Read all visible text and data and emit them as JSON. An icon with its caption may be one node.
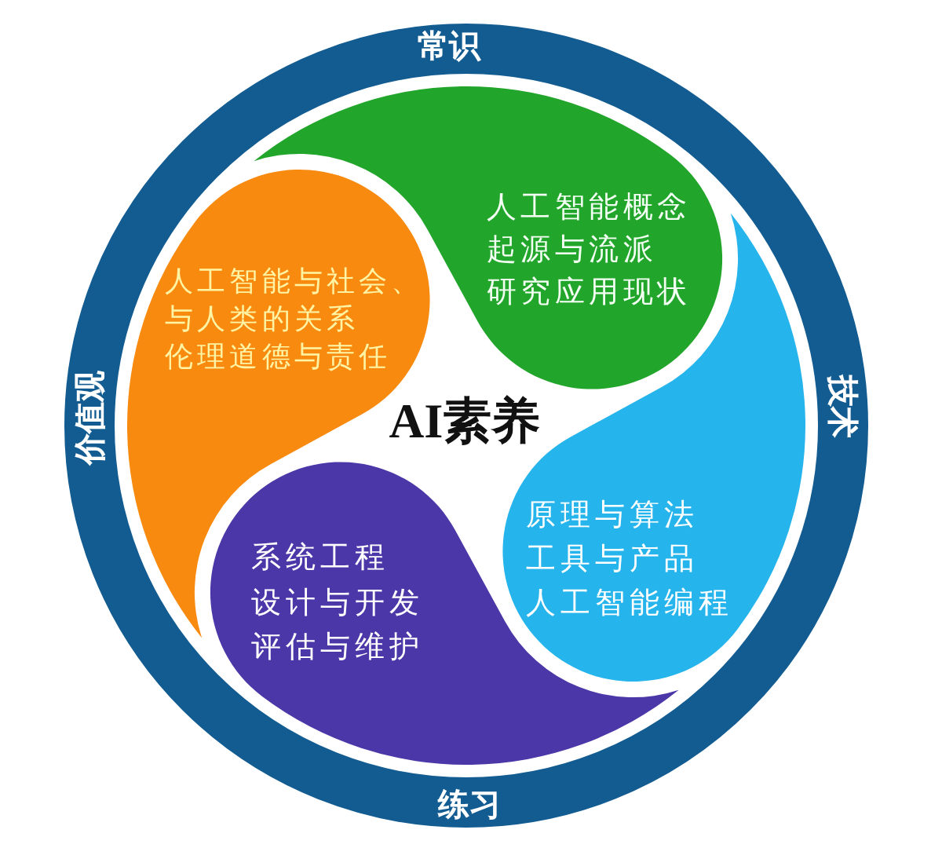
{
  "diagram": {
    "nodes": [
      {
        "text": [
          "常识",
          "技术",
          "练习",
          "价值观"
        ]
      },
      {
        "text": [
          "人工智能概念",
          "起源与流派",
          "研究应用现状"
        ],
        "in": 0
      },
      {
        "text": [
          "人工智能与社会、与人类的关系",
          "伦理道德与责任"
        ],
        "in": 0
      },
      {
        "text": [
          "原理与算法",
          "工具与产品",
          "人工智能编程"
        ],
        "in": 0
      },
      {
        "text": [
          "系统工程",
          "设计与开发",
          "评估与维护"
        ],
        "in": 0
      }
    ],
    "labels": [
      "AI素养"
    ]
  }
}
